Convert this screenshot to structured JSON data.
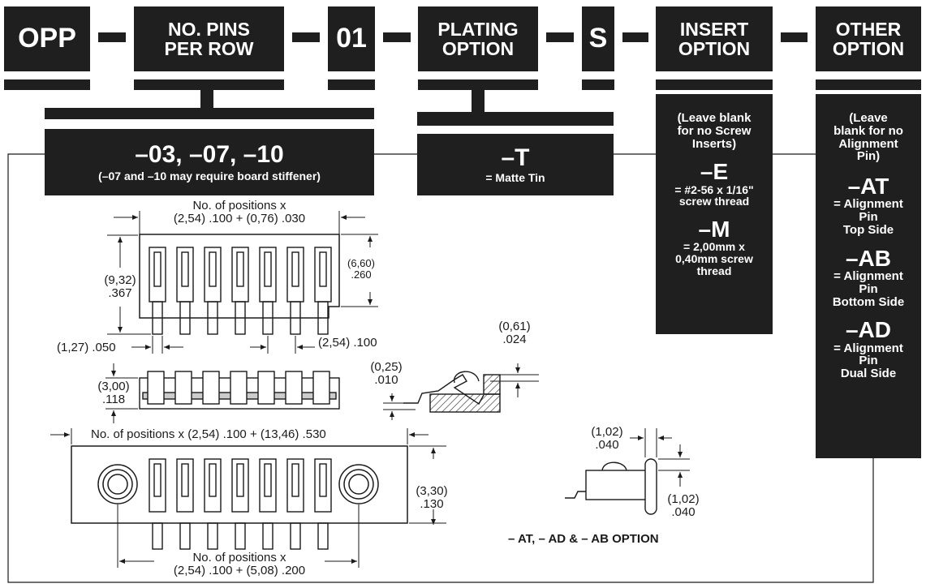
{
  "part_number": {
    "prefix": "OPP",
    "pins": [
      "NO. PINS",
      "PER ROW"
    ],
    "code": "01",
    "plating": [
      "PLATING",
      "OPTION"
    ],
    "s_code": "S",
    "insert": [
      "INSERT",
      "OPTION"
    ],
    "other": [
      "OTHER",
      "OPTION"
    ]
  },
  "pins_option": {
    "values": "–03, –07, –10",
    "note": "(–07 and –10 may require board stiffener)"
  },
  "plating_option": {
    "code": "–T",
    "desc": "= Matte Tin"
  },
  "insert_option": {
    "blank_note": [
      "(Leave blank",
      "for no Screw",
      "Inserts)"
    ],
    "e_code": "–E",
    "e_desc": [
      "= #2-56 x 1/16\"",
      "screw thread"
    ],
    "m_code": "–M",
    "m_desc": [
      "= 2,00mm x",
      "0,40mm screw",
      "thread"
    ]
  },
  "other_option": {
    "blank_note": [
      "(Leave",
      "blank for no",
      "Alignment",
      "Pin)"
    ],
    "at_code": "–AT",
    "at_desc": [
      "= Alignment",
      "Pin",
      "Top Side"
    ],
    "ab_code": "–AB",
    "ab_desc": [
      "= Alignment",
      "Pin",
      "Bottom Side"
    ],
    "ad_code": "–AD",
    "ad_desc": [
      "= Alignment",
      "Pin",
      "Dual Side"
    ]
  },
  "dimensions": {
    "top_width": [
      "No. of positions x",
      "(2,54) .100 + (0,76) .030"
    ],
    "body_height": [
      "(6,60)",
      ".260"
    ],
    "overall_height": [
      "(9,32)",
      ".367"
    ],
    "tail_spacing": "(1,27) .050",
    "pitch": "(2,54) .100",
    "side_height": [
      "(3,00)",
      ".118"
    ],
    "flange_width": "No. of positions x (2,54) .100 + (13,46) .530",
    "flange_height": [
      "(3,30)",
      ".130"
    ],
    "bottom_width": [
      "No. of positions x",
      "(2,54) .100 + (5,08) .200"
    ],
    "clip_top": [
      "(0,61)",
      ".024"
    ],
    "clip_gap": [
      "(0,25)",
      ".010"
    ],
    "pin_dia": [
      "(1,02)",
      ".040"
    ],
    "pin_len": [
      "(1,02)",
      ".040"
    ]
  },
  "option_caption": "– AT, – AD & – AB OPTION",
  "colors": {
    "block": "#1f1f1f",
    "text": "#1a1a1a",
    "background": "#ffffff"
  }
}
